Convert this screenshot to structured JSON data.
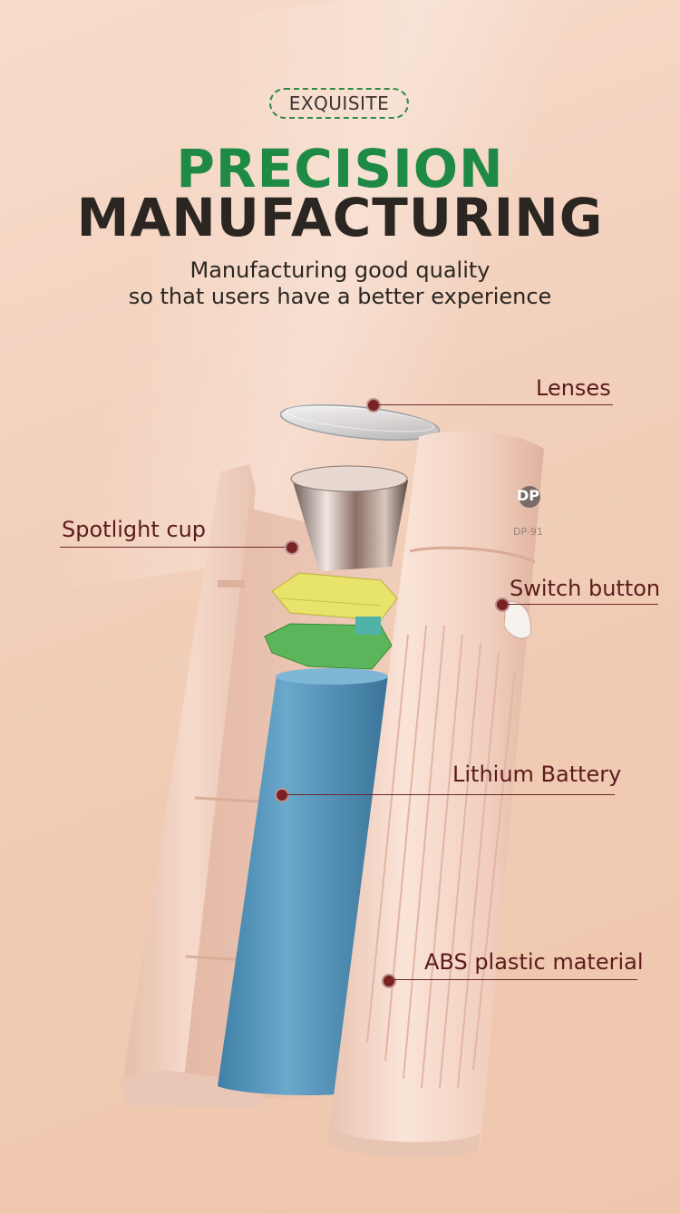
{
  "badge": "EXQUISITE",
  "title_line1": "PRECISION",
  "title_line2": "MANUFACTURING",
  "subtitle_line1": "Manufacturing good quality",
  "subtitle_line2": "so that users have a better experience",
  "product": {
    "logo_text": "DP",
    "model_text": "DP-91"
  },
  "callouts": {
    "lenses": "Lenses",
    "spotlight_cup": "Spotlight cup",
    "switch_button": "Switch button",
    "lithium_battery": "Lithium Battery",
    "abs_plastic": "ABS plastic material"
  },
  "colors": {
    "accent_green": "#1f8a45",
    "dark_text": "#2b2622",
    "callout_text": "#5c1b1b",
    "shell_pink": "#f3d3c3",
    "battery_blue": "#5e9dc2"
  }
}
